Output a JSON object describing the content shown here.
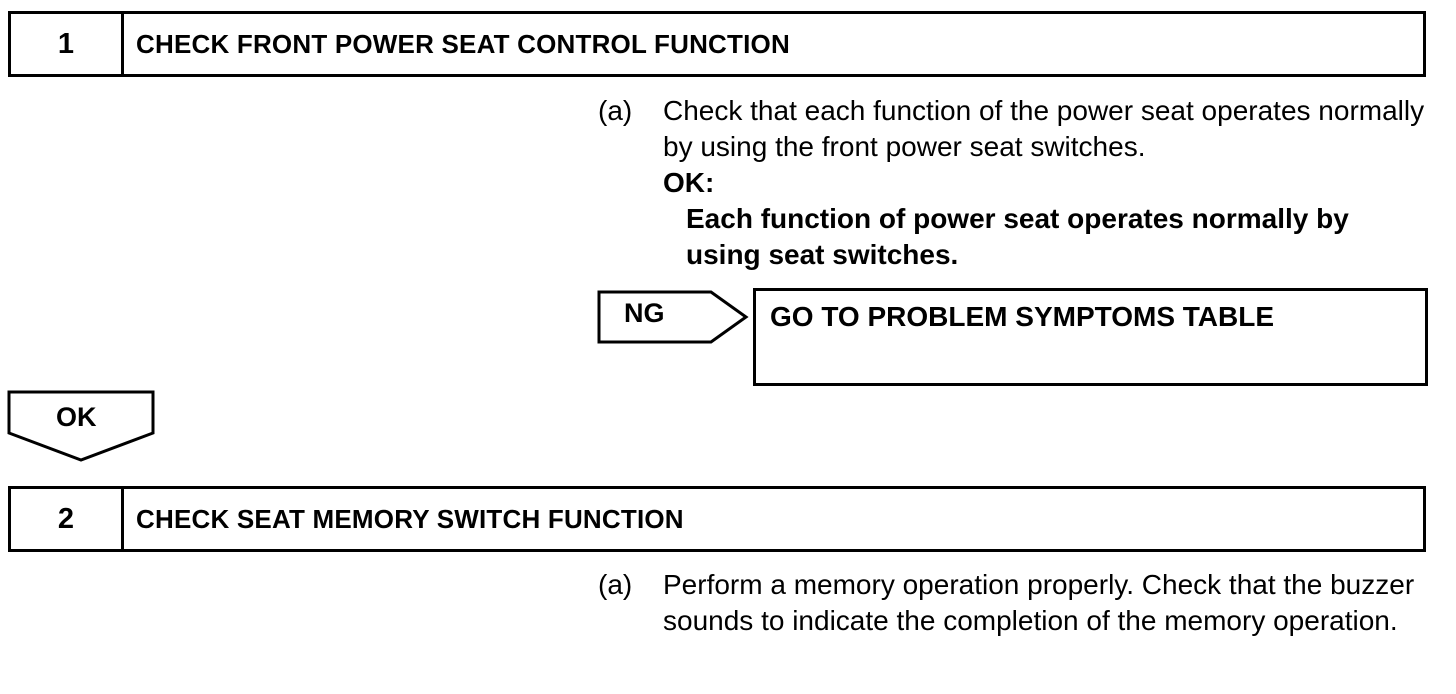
{
  "steps": [
    {
      "number": "1",
      "title": "CHECK FRONT POWER SEAT CONTROL FUNCTION",
      "item_marker": "(a)",
      "item_text": "Check that each function of the power seat operates normally by using the front power seat switches.",
      "ok_label": "OK:",
      "ok_text": "Each function of power seat operates normally by using seat switches."
    },
    {
      "number": "2",
      "title": "CHECK SEAT MEMORY SWITCH FUNCTION",
      "item_marker": "(a)",
      "item_text": "Perform a memory operation properly. Check that the buzzer sounds to indicate the completion of the memory operation."
    }
  ],
  "flow": {
    "ng_label": "NG",
    "ng_result": "GO TO PROBLEM SYMPTOMS TABLE",
    "ok_label": "OK"
  }
}
